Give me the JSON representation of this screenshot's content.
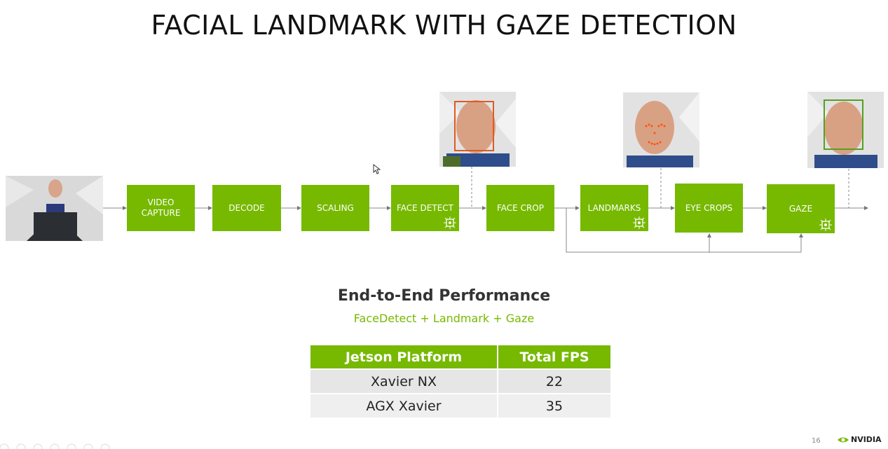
{
  "title": "FACIAL LANDMARK WITH GAZE DETECTION",
  "pipeline": {
    "stages": [
      {
        "label_line1": "VIDEO",
        "label_line2": "CAPTURE",
        "has_chip": false
      },
      {
        "label_line1": "DECODE",
        "label_line2": "",
        "has_chip": false
      },
      {
        "label_line1": "SCALING",
        "label_line2": "",
        "has_chip": false
      },
      {
        "label_line1": "FACE DETECT",
        "label_line2": "",
        "has_chip": true
      },
      {
        "label_line1": "FACE CROP",
        "label_line2": "",
        "has_chip": false
      },
      {
        "label_line1": "LANDMARKS",
        "label_line2": "",
        "has_chip": true
      },
      {
        "label_line1": "EYE CROPS",
        "label_line2": "",
        "has_chip": false
      },
      {
        "label_line1": "GAZE",
        "label_line2": "",
        "has_chip": true
      }
    ],
    "accent_color": "#76b900"
  },
  "performance": {
    "heading": "End-to-End Performance",
    "subheading": "FaceDetect + Landmark + Gaze",
    "table": {
      "headers": [
        "Jetson Platform",
        "Total FPS"
      ],
      "rows": [
        [
          "Xavier NX",
          "22"
        ],
        [
          "AGX Xavier",
          "35"
        ]
      ]
    }
  },
  "footer": {
    "page_number": "16",
    "brand": "NVIDIA"
  }
}
